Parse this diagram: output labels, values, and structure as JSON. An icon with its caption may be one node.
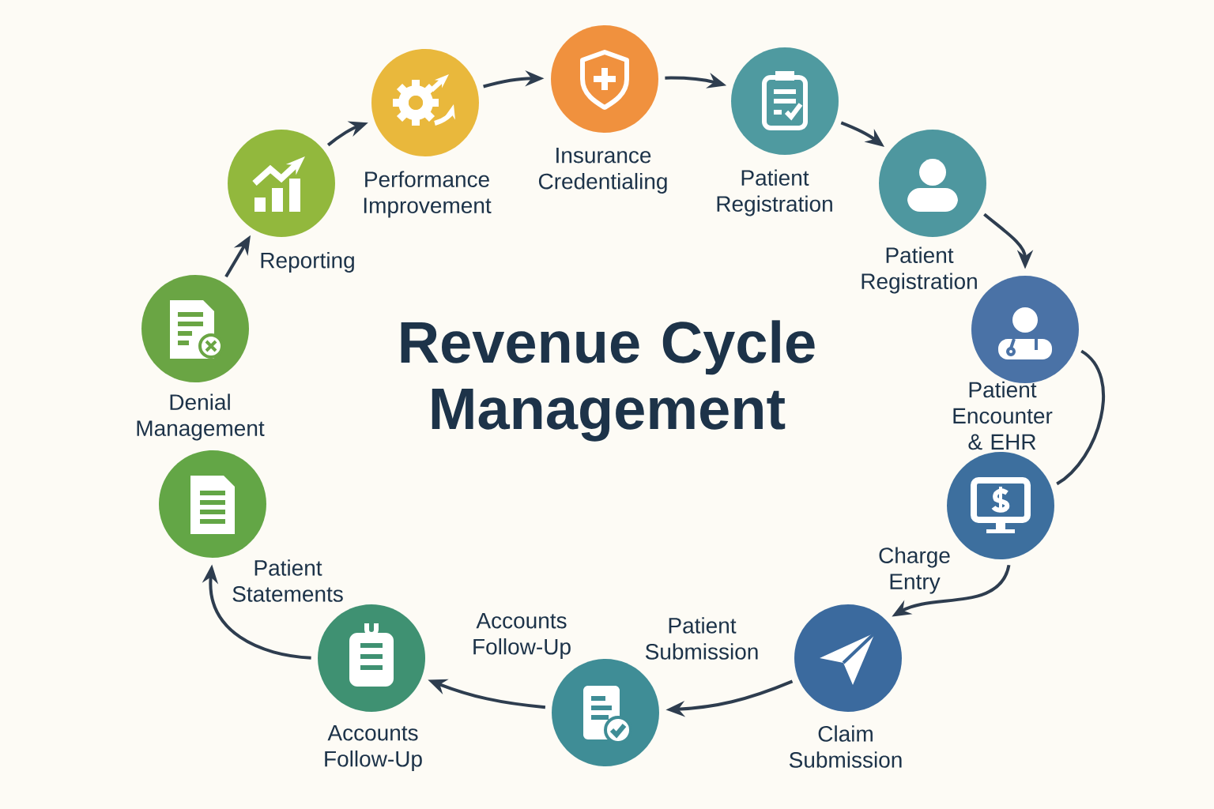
{
  "diagram": {
    "title": "Revenue Cycle Management",
    "nodes": [
      {
        "text": [
          "Performance Improvement"
        ]
      },
      {
        "text": [
          "Insurance Credentialing"
        ]
      },
      {
        "text": [
          "Patient Registration"
        ]
      },
      {
        "text": [
          "Patient Registration"
        ]
      },
      {
        "text": [
          "Patient Encounter & EHR"
        ]
      },
      {
        "text": [
          "Charge Entry"
        ]
      },
      {
        "text": [
          "Claim Submission"
        ]
      },
      {
        "text": [
          "Patient Submission"
        ]
      },
      {
        "text": [
          "Accounts Follow-Up"
        ]
      },
      {
        "text": [
          "Patient Statements"
        ]
      },
      {
        "text": [
          "Denial Management"
        ]
      },
      {
        "text": [
          "Reporting"
        ]
      }
    ],
    "edges": [
      {
        "from": 11,
        "to": 0,
        "arrow": "to"
      },
      {
        "from": 0,
        "to": 1,
        "arrow": "to"
      },
      {
        "from": 1,
        "to": 2,
        "arrow": "to"
      },
      {
        "from": 2,
        "to": 3,
        "arrow": "to"
      },
      {
        "from": 3,
        "to": 4,
        "arrow": "to"
      },
      {
        "from": 4,
        "to": 5,
        "arrow": "none"
      },
      {
        "from": 5,
        "to": 6,
        "arrow": "to"
      },
      {
        "from": 6,
        "to": 7,
        "arrow": "to"
      },
      {
        "from": 7,
        "to": 8,
        "arrow": "to"
      },
      {
        "from": 8,
        "to": 9,
        "arrow": "to"
      },
      {
        "from": 10,
        "to": 11,
        "arrow": "to"
      }
    ],
    "labels": [
      "Accounts Follow-Up"
    ]
  }
}
